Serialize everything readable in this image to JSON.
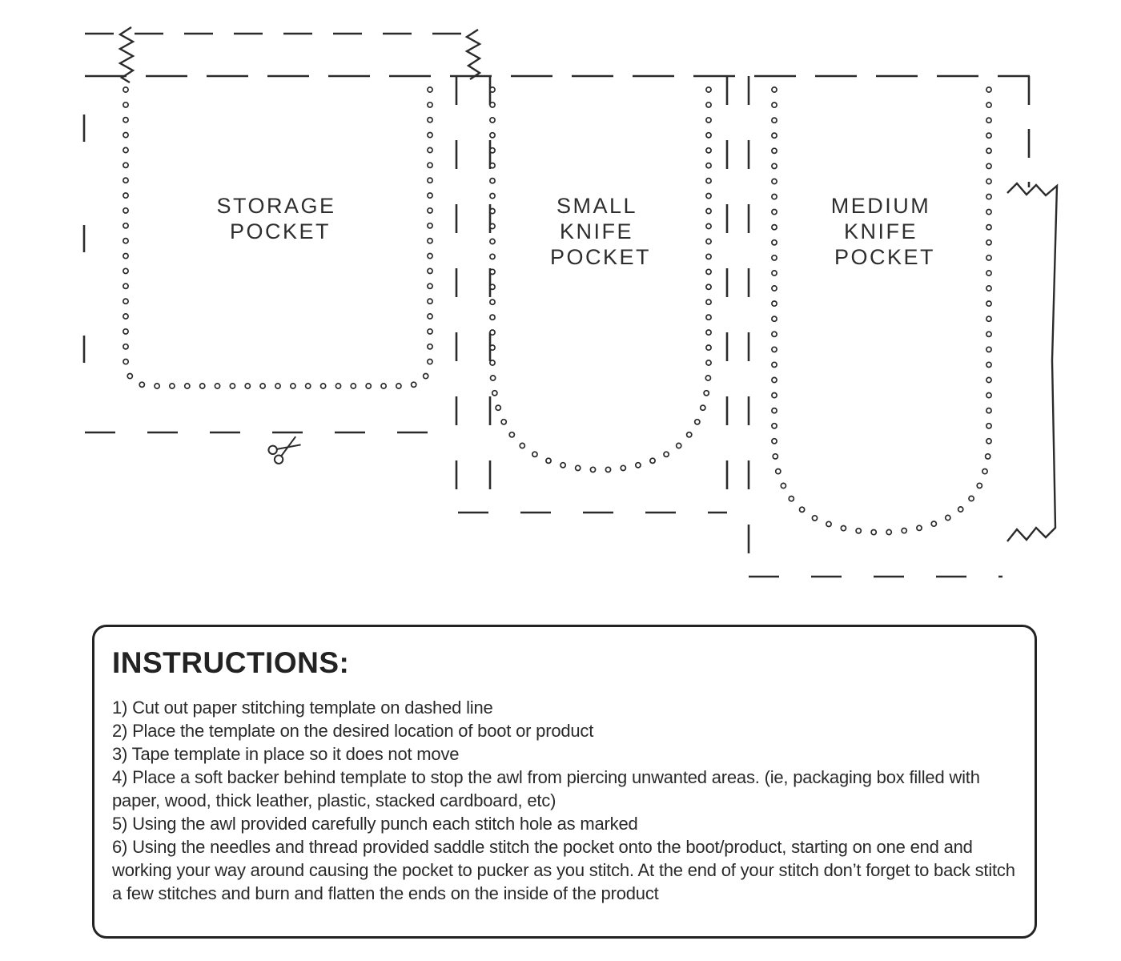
{
  "template": {
    "pockets": [
      {
        "label_lines": [
          "STORAGE",
          "POCKET",
          ""
        ]
      },
      {
        "label_lines": [
          "SMALL",
          "KNIFE",
          "POCKET"
        ]
      },
      {
        "label_lines": [
          "MEDIUM",
          "KNIFE",
          "POCKET"
        ]
      }
    ]
  },
  "instructions": {
    "heading": "INSTRUCTIONS:",
    "steps": [
      "1) Cut out paper stitching template on dashed line",
      "2) Place the template on the desired location of boot or product",
      "3) Tape template in place so it does not move",
      "4) Place a soft backer behind template to stop the awl from piercing unwanted areas. (ie, packaging box filled with paper, wood, thick leather, plastic, stacked cardboard, etc)",
      "5) Using the awl provided carefully punch each stitch hole as marked",
      "6) Using the needles and thread provided saddle stitch the pocket onto the boot/product, starting on one end and working your way around causing the pocket to pucker as you stitch. At the end of your stitch don’t forget to back stitch a few stitches and burn and flatten the ends on the inside of the product"
    ]
  },
  "colors": {
    "ink": "#2b2b2b"
  }
}
